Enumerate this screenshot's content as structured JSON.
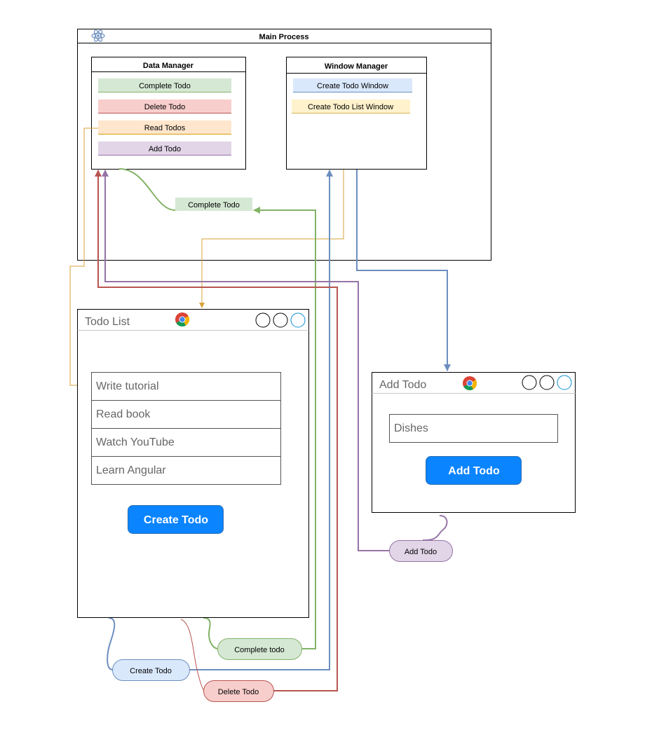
{
  "main_process": {
    "title": "Main Process",
    "icon": "react-atom-icon"
  },
  "data_manager": {
    "title": "Data Manager",
    "items": [
      "Complete Todo",
      "Delete Todo",
      "Read Todos",
      "Add Todo"
    ]
  },
  "window_manager": {
    "title": "Window Manager",
    "items": [
      "Create Todo Window",
      "Create Todo List Window"
    ]
  },
  "todo_list_window": {
    "title": "Todo List",
    "browser_icon": "chrome-icon",
    "items": [
      "Write tutorial",
      "Read book",
      "Watch YouTube",
      "Learn Angular"
    ],
    "button": "Create Todo"
  },
  "add_todo_window": {
    "title": "Add Todo",
    "browser_icon": "chrome-icon",
    "input_value": "Dishes",
    "button": "Add Todo"
  },
  "messages": {
    "complete_todo_mid": "Complete Todo",
    "add_todo": "Add Todo",
    "complete_todo_bottom": "Complete todo",
    "create_todo": "Create Todo",
    "delete_todo": "Delete Todo"
  },
  "colors": {
    "green": "#82b366",
    "green_fill": "#d5e8d4",
    "red": "#b85450",
    "red_fill": "#f8cecc",
    "orange": "#d6b656",
    "orange_fill": "#ffe6cc",
    "purple": "#9673a6",
    "purple_fill": "#e1d5e7",
    "blue": "#6c8ebf",
    "blue_fill": "#dae8fc",
    "yellow_fill": "#fff2cc",
    "button_blue": "#0a84ff"
  }
}
